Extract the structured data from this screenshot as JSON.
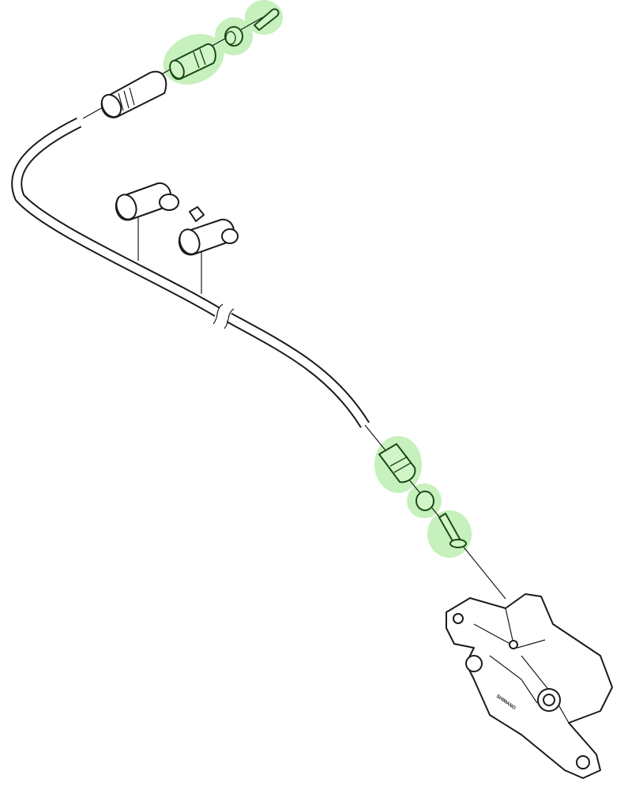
{
  "diagram": {
    "highlight_color": "#c6f0bc",
    "line_color": "#1a1a1a",
    "caliper_logo_text": "SHIMANO",
    "parts": [
      "brake-hose",
      "hose-cover",
      "connecting-bolt-top",
      "olive-top",
      "connector-insert-top",
      "hose-clips",
      "connecting-bolt-bottom",
      "olive-bottom",
      "connector-insert-bottom",
      "brake-caliper"
    ],
    "highlighted_parts": [
      "connecting-bolt-top",
      "olive-top",
      "connector-insert-top",
      "connecting-bolt-bottom",
      "olive-bottom",
      "connector-insert-bottom"
    ]
  }
}
